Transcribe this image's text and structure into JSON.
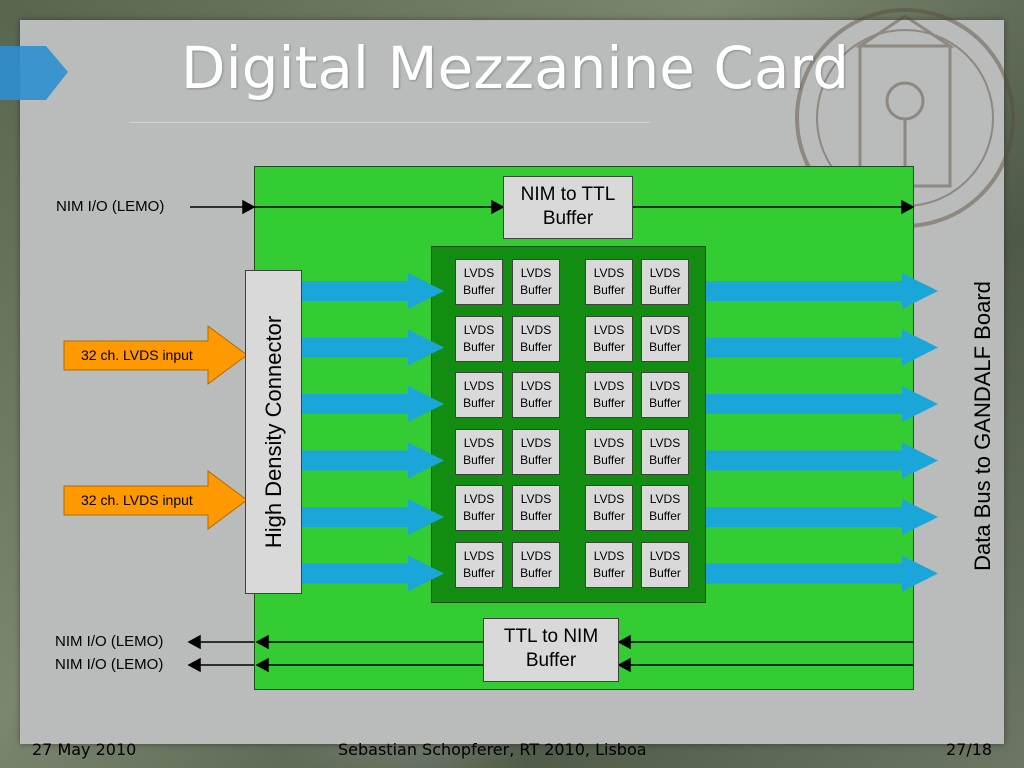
{
  "slide": {
    "title": "Digital Mezzanine Card",
    "footer": {
      "date": "27 May 2010",
      "presenter": "Sebastian Schopferer, RT 2010, Lisboa",
      "page": "27/18"
    }
  },
  "diagram": {
    "connector_label": "High Density Connector",
    "output_label": "Data Bus to GANDALF Board",
    "nim_to_ttl": {
      "line1": "NIM to TTL",
      "line2": "Buffer"
    },
    "ttl_to_nim": {
      "line1": "TTL to NIM",
      "line2": "Buffer"
    },
    "nim_io_in": "NIM I/O (LEMO)",
    "nim_io_out_1": "NIM I/O (LEMO)",
    "nim_io_out_2": "NIM I/O (LEMO)",
    "lvds_input_1": "32 ch. LVDS input",
    "lvds_input_2": "32 ch. LVDS input",
    "lvds_buffer": {
      "line1": "LVDS",
      "line2": "Buffer"
    },
    "lvds_grid": {
      "rows": 6,
      "cols": 4
    }
  },
  "colors": {
    "board_green": "#33cc33",
    "core_green": "#128d12",
    "arrow_blue": "#1aa6d9",
    "input_orange": "#ff9900",
    "title_white": "#ffffff"
  },
  "icons": [
    "blue-bus-arrow-icon",
    "orange-input-arrow-icon",
    "black-signal-arrow-icon",
    "university-seal-icon"
  ]
}
